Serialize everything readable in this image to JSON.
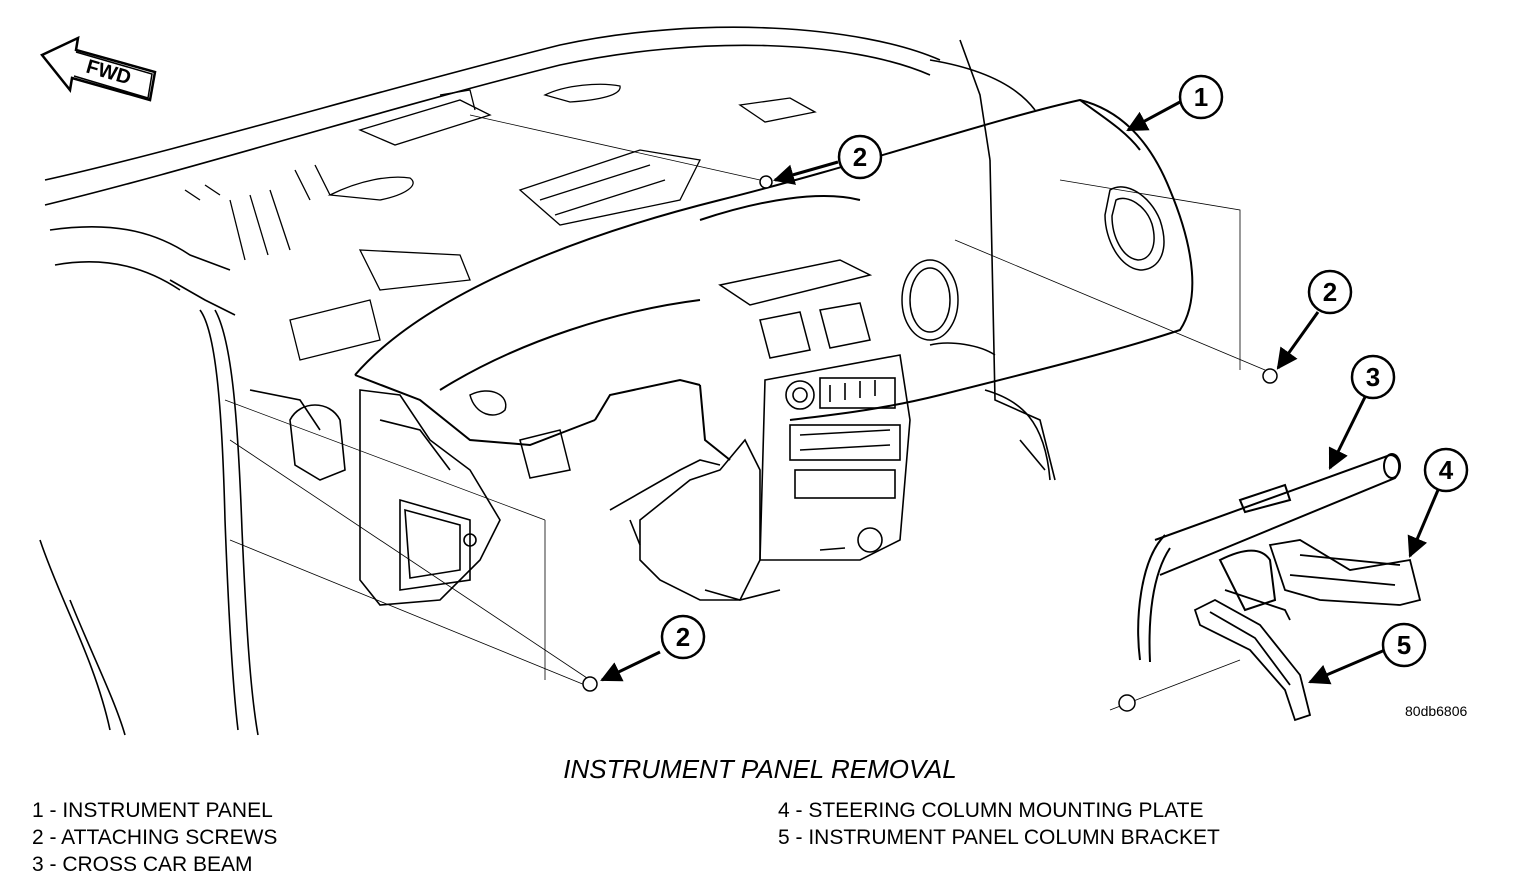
{
  "figure": {
    "title": "INSTRUMENT PANEL REMOVAL",
    "reference_code": "80db6806",
    "direction_label": "FWD"
  },
  "callouts": [
    {
      "number": "1",
      "target": "instrument panel"
    },
    {
      "number": "2",
      "target": "attaching screw (upper)"
    },
    {
      "number": "2",
      "target": "attaching screw (right)"
    },
    {
      "number": "2",
      "target": "attaching screw (lower)"
    },
    {
      "number": "3",
      "target": "cross car beam"
    },
    {
      "number": "4",
      "target": "steering column mounting plate"
    },
    {
      "number": "5",
      "target": "instrument panel column bracket"
    }
  ],
  "legend": {
    "left": [
      "1 - INSTRUMENT PANEL",
      "2 - ATTACHING SCREWS",
      "3 - CROSS CAR BEAM"
    ],
    "right": [
      "4 - STEERING COLUMN MOUNTING PLATE",
      "5 - INSTRUMENT PANEL COLUMN BRACKET"
    ]
  }
}
